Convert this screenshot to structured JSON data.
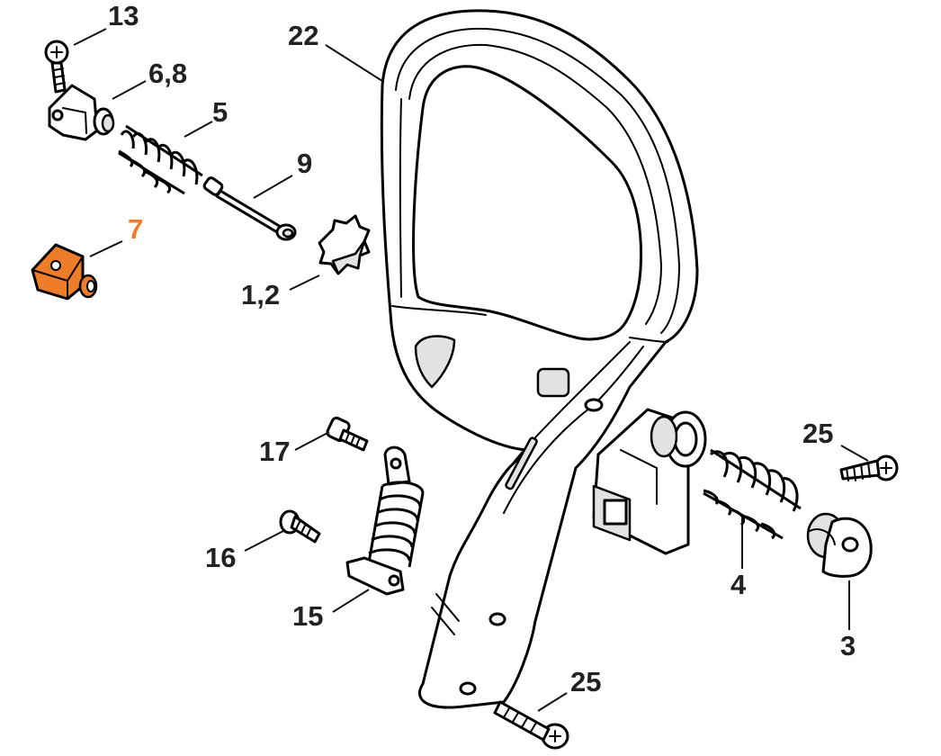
{
  "labels": {
    "p13": "13",
    "p6_8": "6,8",
    "p5": "5",
    "p9": "9",
    "p7": "7",
    "p1_2": "1,2",
    "p22": "22",
    "p17": "17",
    "p16": "16",
    "p15": "15",
    "p25a": "25",
    "p4": "4",
    "p3": "3",
    "p25b": "25"
  },
  "colors": {
    "highlight": "#ee7d2a",
    "highlight_label": "#ee7d2a",
    "label": "#222222",
    "line": "#000000"
  }
}
